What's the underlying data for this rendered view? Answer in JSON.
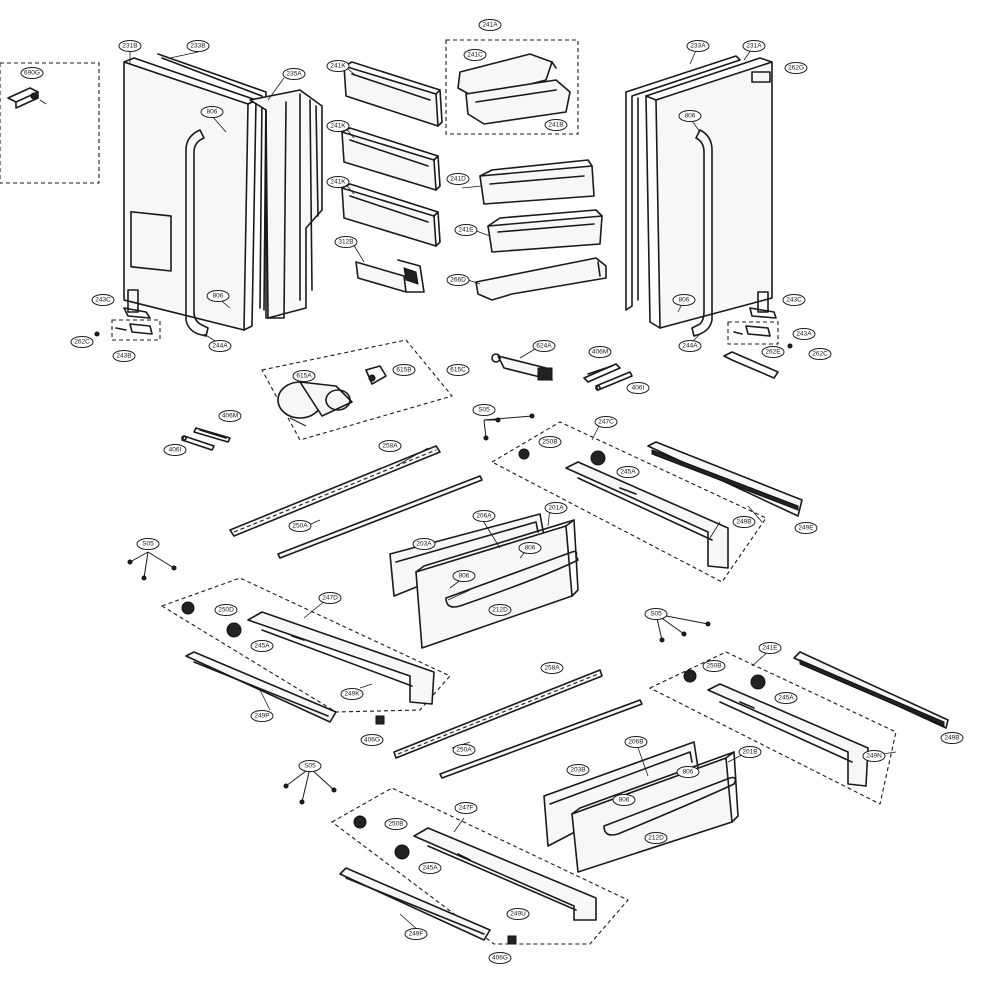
{
  "callouts": [
    {
      "id": "c_690G",
      "label": "690G"
    },
    {
      "id": "c_231B",
      "label": "231B"
    },
    {
      "id": "c_233B",
      "label": "233B"
    },
    {
      "id": "c_235A",
      "label": "235A"
    },
    {
      "id": "c_806_l1",
      "label": "806"
    },
    {
      "id": "c_243C_l",
      "label": "243C"
    },
    {
      "id": "c_806_l2",
      "label": "806"
    },
    {
      "id": "c_262C_l",
      "label": "262C"
    },
    {
      "id": "c_243B_l",
      "label": "243B"
    },
    {
      "id": "c_244A_l",
      "label": "244A"
    },
    {
      "id": "c_241K_1",
      "label": "241K"
    },
    {
      "id": "c_241K_2",
      "label": "241K"
    },
    {
      "id": "c_241K_3",
      "label": "241K"
    },
    {
      "id": "c_312B",
      "label": "312B"
    },
    {
      "id": "c_241A",
      "label": "241A"
    },
    {
      "id": "c_241C",
      "label": "241C"
    },
    {
      "id": "c_241B",
      "label": "241B"
    },
    {
      "id": "c_241D",
      "label": "241D"
    },
    {
      "id": "c_241E",
      "label": "241E"
    },
    {
      "id": "c_266D",
      "label": "266D"
    },
    {
      "id": "c_233A",
      "label": "233A"
    },
    {
      "id": "c_231A",
      "label": "231A"
    },
    {
      "id": "c_262G",
      "label": "262G"
    },
    {
      "id": "c_806_r1",
      "label": "806"
    },
    {
      "id": "c_806_r2",
      "label": "806"
    },
    {
      "id": "c_243C_r",
      "label": "243C"
    },
    {
      "id": "c_243A_r",
      "label": "243A"
    },
    {
      "id": "c_262E",
      "label": "262E"
    },
    {
      "id": "c_262C_r",
      "label": "262C"
    },
    {
      "id": "c_244A_r",
      "label": "244A"
    },
    {
      "id": "c_615A",
      "label": "615A"
    },
    {
      "id": "c_615B",
      "label": "615B"
    },
    {
      "id": "c_615C",
      "label": "615C"
    },
    {
      "id": "c_624A",
      "label": "624A"
    },
    {
      "id": "c_406M_r",
      "label": "406M"
    },
    {
      "id": "c_406I_r",
      "label": "406I"
    },
    {
      "id": "c_406M_l",
      "label": "406M"
    },
    {
      "id": "c_406I_l",
      "label": "406I"
    },
    {
      "id": "c_S05_a",
      "label": "S05"
    },
    {
      "id": "c_247C",
      "label": "247C"
    },
    {
      "id": "c_250B",
      "label": "250B"
    },
    {
      "id": "c_245A_1",
      "label": "245A"
    },
    {
      "id": "c_249E",
      "label": "249E"
    },
    {
      "id": "c_249B",
      "label": "249B"
    },
    {
      "id": "c_258A_1",
      "label": "258A"
    },
    {
      "id": "c_250A_1",
      "label": "250A"
    },
    {
      "id": "c_S05_b",
      "label": "S05"
    },
    {
      "id": "c_203A",
      "label": "203A"
    },
    {
      "id": "c_206A",
      "label": "206A"
    },
    {
      "id": "c_201A",
      "label": "201A"
    },
    {
      "id": "c_806_d1",
      "label": "806"
    },
    {
      "id": "c_806_d2",
      "label": "806"
    },
    {
      "id": "c_212D",
      "label": "212D"
    },
    {
      "id": "c_247D",
      "label": "247D"
    },
    {
      "id": "c_250D",
      "label": "250D"
    },
    {
      "id": "c_245A_2",
      "label": "245A"
    },
    {
      "id": "c_249K",
      "label": "249K"
    },
    {
      "id": "c_249P",
      "label": "249P"
    },
    {
      "id": "c_406G_1",
      "label": "406G"
    },
    {
      "id": "c_S05_c",
      "label": "S05"
    },
    {
      "id": "c_241E_m",
      "label": "241E"
    },
    {
      "id": "c_250B_2",
      "label": "250B"
    },
    {
      "id": "c_245A_3",
      "label": "245A"
    },
    {
      "id": "c_249N",
      "label": "249N"
    },
    {
      "id": "c_249B_2",
      "label": "249B"
    },
    {
      "id": "c_258A_2",
      "label": "258A"
    },
    {
      "id": "c_250A_2",
      "label": "250A"
    },
    {
      "id": "c_S05_d",
      "label": "S05"
    },
    {
      "id": "c_203B",
      "label": "203B"
    },
    {
      "id": "c_206B",
      "label": "206B"
    },
    {
      "id": "c_201B",
      "label": "201B"
    },
    {
      "id": "c_806_d3",
      "label": "806"
    },
    {
      "id": "c_806_d4",
      "label": "806"
    },
    {
      "id": "c_212D_2",
      "label": "212D"
    },
    {
      "id": "c_247F",
      "label": "247F"
    },
    {
      "id": "c_250B_3",
      "label": "250B"
    },
    {
      "id": "c_245A_4",
      "label": "245A"
    },
    {
      "id": "c_249U",
      "label": "249U"
    },
    {
      "id": "c_249F",
      "label": "249F"
    },
    {
      "id": "c_406G_2",
      "label": "406G"
    }
  ]
}
